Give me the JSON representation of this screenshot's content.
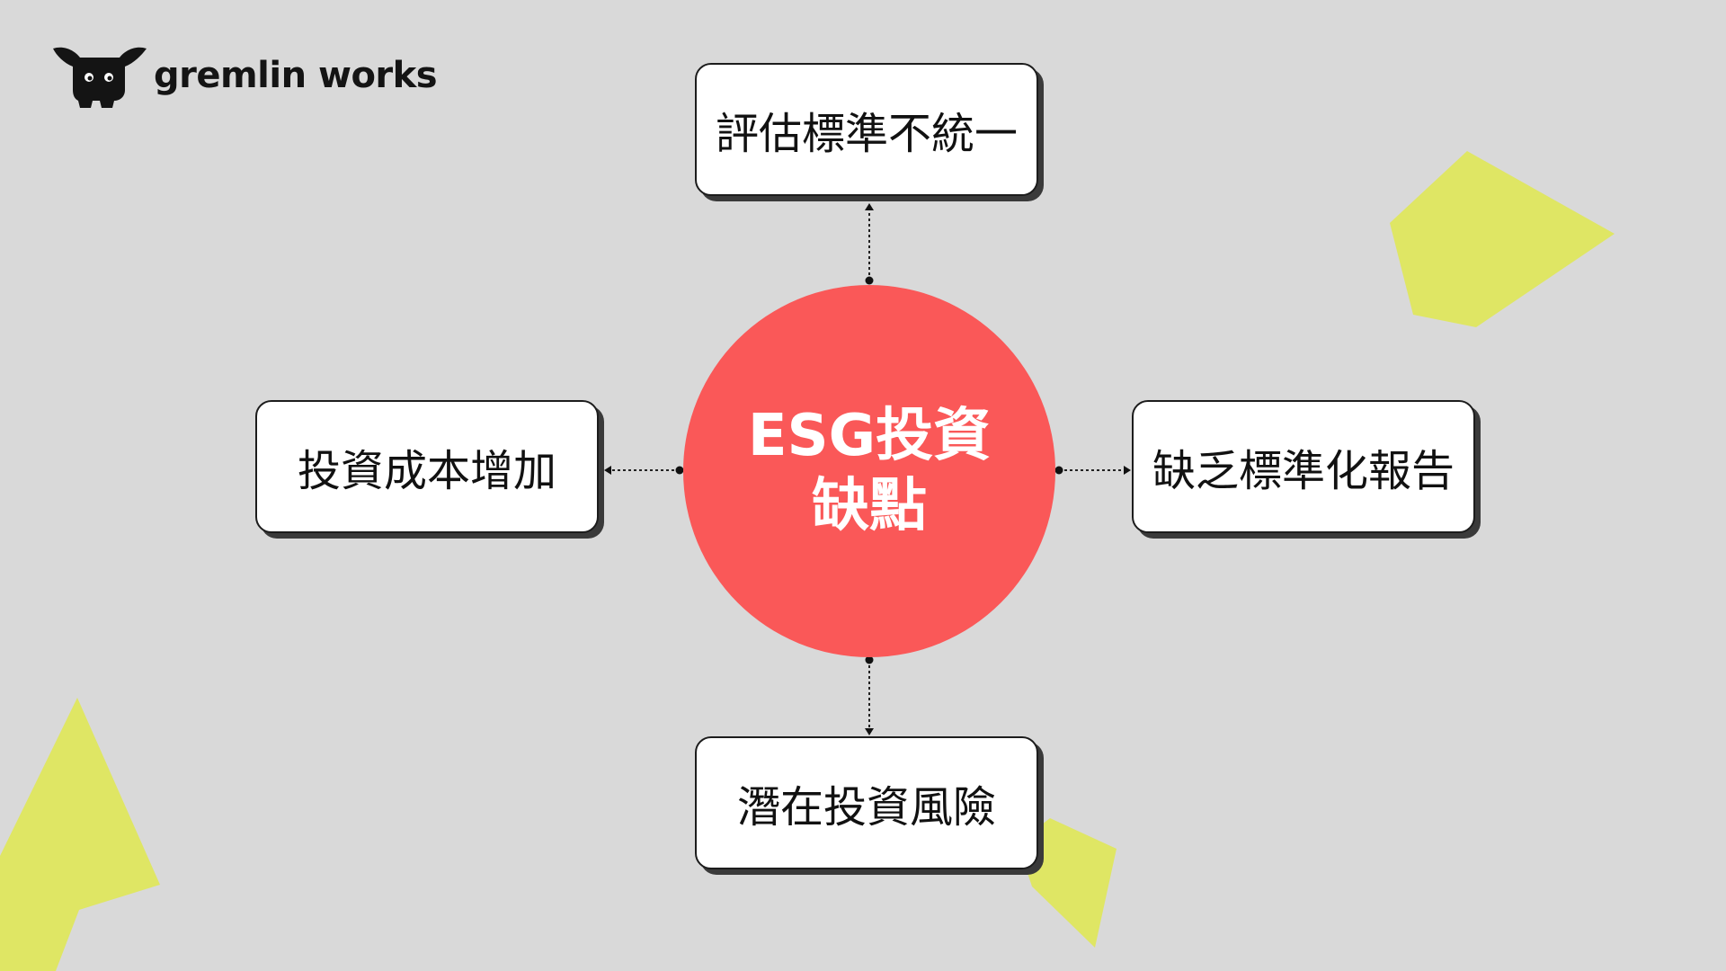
{
  "brand": {
    "name": "gremlin works",
    "icon": "gremlin-mascot-icon"
  },
  "center": {
    "line1": "ESG投資",
    "line2": "缺點"
  },
  "nodes": {
    "top": "評估標準不統一",
    "left": "投資成本增加",
    "right": "缺乏標準化報告",
    "bottom": "潛在投資風險"
  },
  "colors": {
    "background": "#d9d9d9",
    "center_circle": "#fa5858",
    "accent_shapes": "#dfe664",
    "box_fill": "#ffffff",
    "box_border": "#1c1c1c"
  }
}
